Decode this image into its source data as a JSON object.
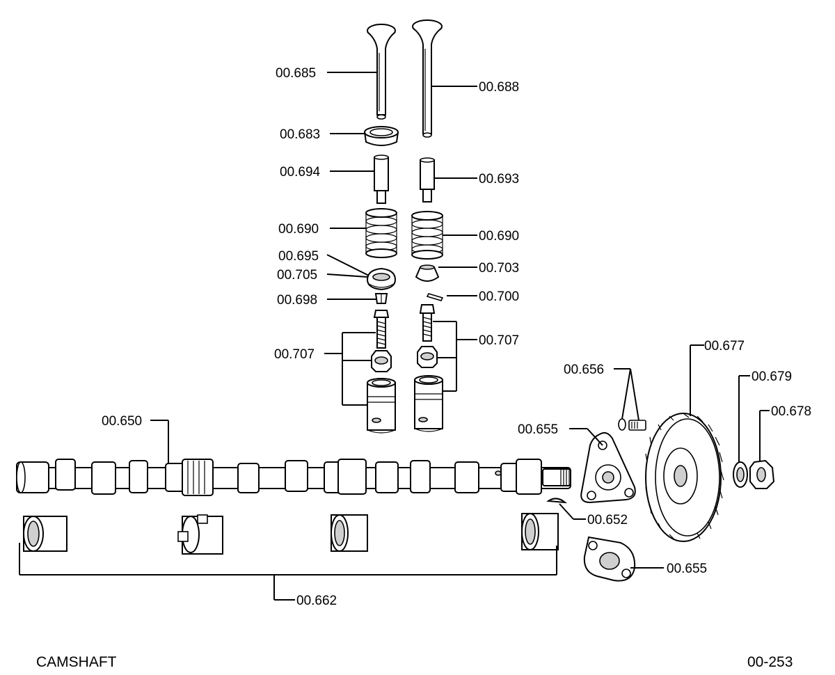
{
  "title": "CAMSHAFT",
  "page_number": "00-253",
  "labels": {
    "p685": "00.685",
    "p688": "00.688",
    "p683": "00.683",
    "p694": "00.694",
    "p693": "00.693",
    "p690_left": "00.690",
    "p690_right": "00.690",
    "p695": "00.695",
    "p705": "00.705",
    "p703": "00.703",
    "p698": "00.698",
    "p700": "00.700",
    "p707_left": "00.707",
    "p707_right": "00.707",
    "p677": "00.677",
    "p656": "00.656",
    "p679": "00.679",
    "p678": "00.678",
    "p655_upper": "00.655",
    "p650": "00.650",
    "p652": "00.652",
    "p655_lower": "00.655",
    "p662": "00.662"
  }
}
